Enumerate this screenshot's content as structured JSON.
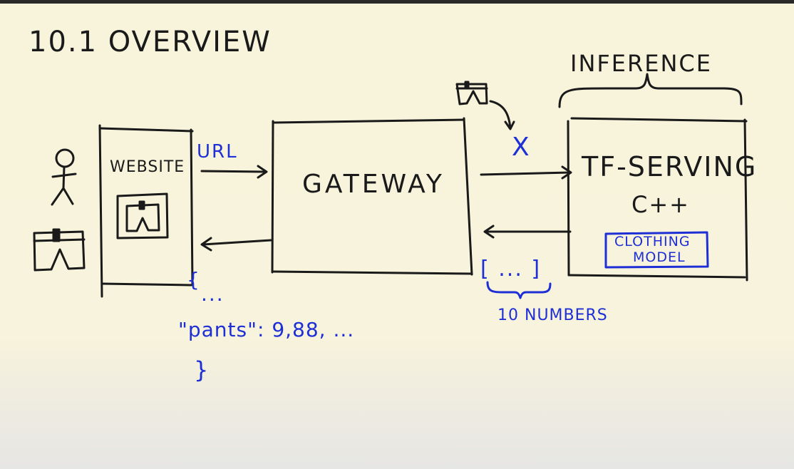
{
  "title": "10.1 OVERVIEW",
  "inference_label": "INFERENCE",
  "website_label": "WEBSITE",
  "url_label": "URL",
  "gateway_label": "GATEWAY",
  "tf_serving_label": "TF-SERVING",
  "cpp_label": "C++",
  "x_label": "X",
  "model_label_line1": "CLOTHING",
  "model_label_line2": "MODEL",
  "array_label": "[ ... ]",
  "numbers_label": "10 NUMBERS",
  "json_open": "{",
  "json_ellipsis": "...",
  "json_line": "\"pants\": 9,88, ...",
  "json_close": "}",
  "colors": {
    "ink": "#1a1a1a",
    "blue": "#1e2fd6",
    "paper": "#f8f4dc"
  }
}
